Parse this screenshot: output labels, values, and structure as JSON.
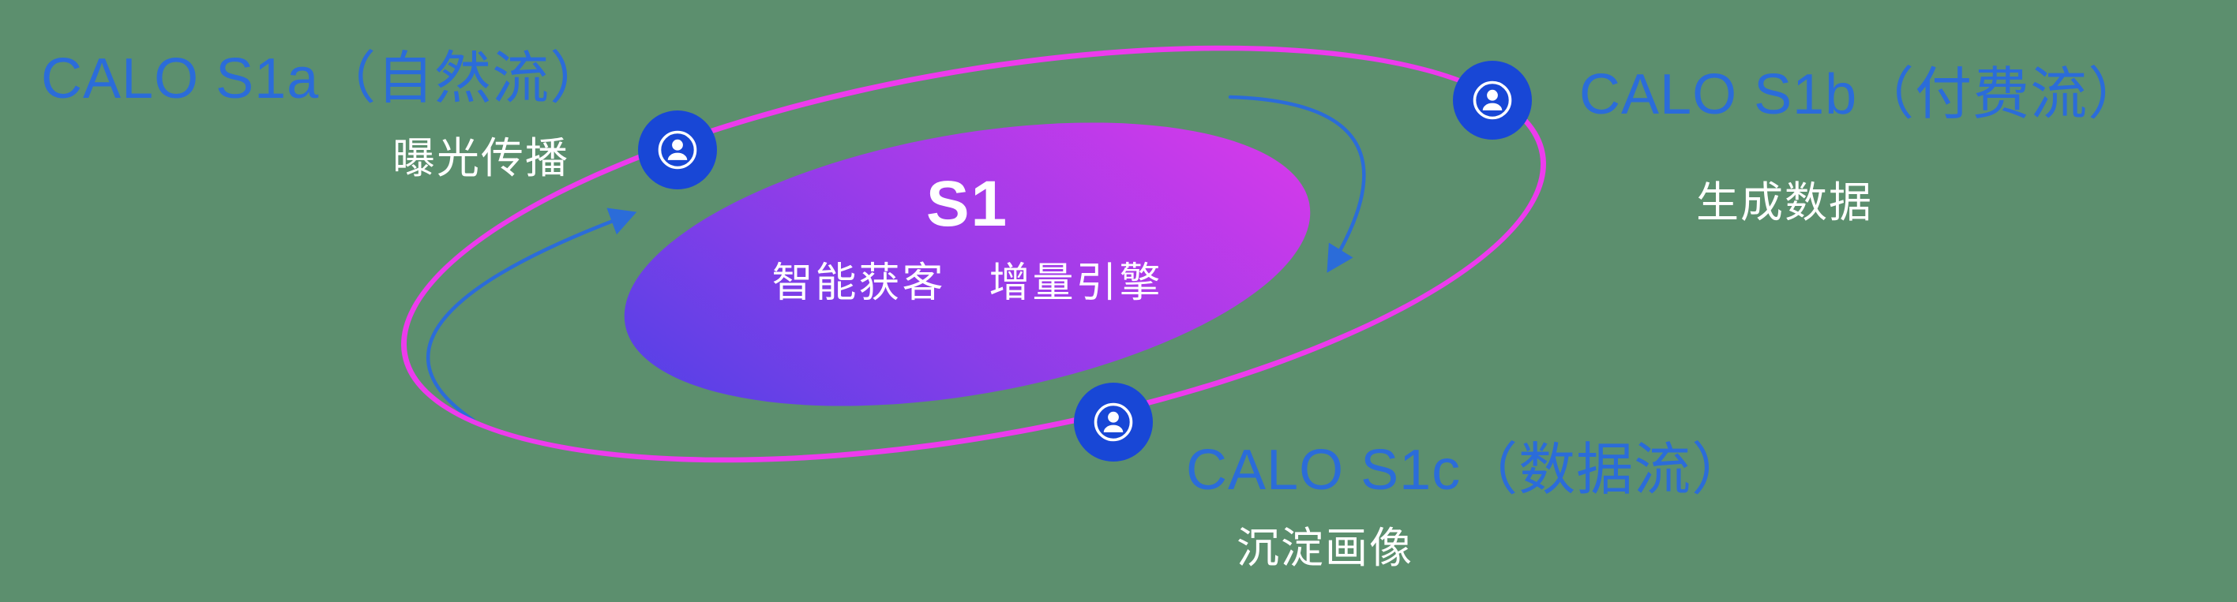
{
  "diagram": {
    "center": {
      "title": "S1",
      "subtitle": "智能获客　增量引擎"
    },
    "nodes": [
      {
        "id": "s1a",
        "label": "CALO S1a（自然流）",
        "sublabel": "曝光传播",
        "icon": "user-circle-icon"
      },
      {
        "id": "s1b",
        "label": "CALO S1b（付费流）",
        "sublabel": "生成数据",
        "icon": "user-circle-icon"
      },
      {
        "id": "s1c",
        "label": "CALO S1c（数据流）",
        "sublabel": "沉淀画像",
        "icon": "user-circle-icon"
      }
    ]
  },
  "colors": {
    "background": "#5c8f6e",
    "label_blue": "#2b6cd9",
    "arrow_blue": "#2b6cd9",
    "orbit_magenta": "#ed3bed",
    "node_blue": "#1847d6",
    "core_gradient_start": "#4a42e6",
    "core_gradient_mid": "#9c3ce9",
    "core_gradient_end": "#e039ea",
    "text_white": "#ffffff"
  }
}
